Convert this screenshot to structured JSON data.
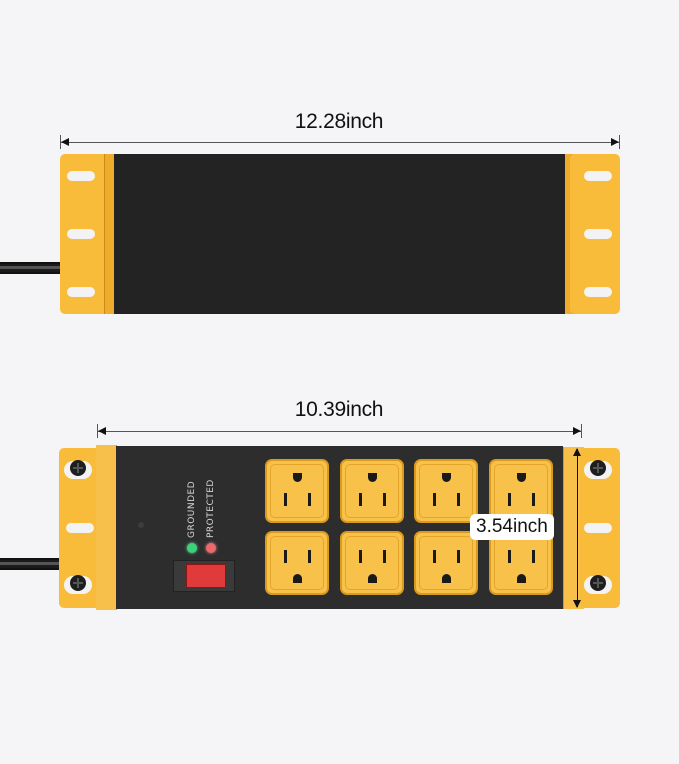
{
  "top_view": {
    "length_label": "12.28inch"
  },
  "bottom_view": {
    "length_label": "10.39inch",
    "height_label": "3.54inch",
    "indicators": [
      {
        "label": "GROUNDED",
        "color": "#3fd07a"
      },
      {
        "label": "PROTECTED",
        "color": "#e86a6a"
      }
    ],
    "switch": {
      "color": "#e13a3a"
    },
    "outlet_count": 8
  },
  "colors": {
    "background": "#f5f5f7",
    "bracket_yellow": "#f9bc3a",
    "body_black": "#232323",
    "outlet_yellow": "#f8c14a"
  }
}
